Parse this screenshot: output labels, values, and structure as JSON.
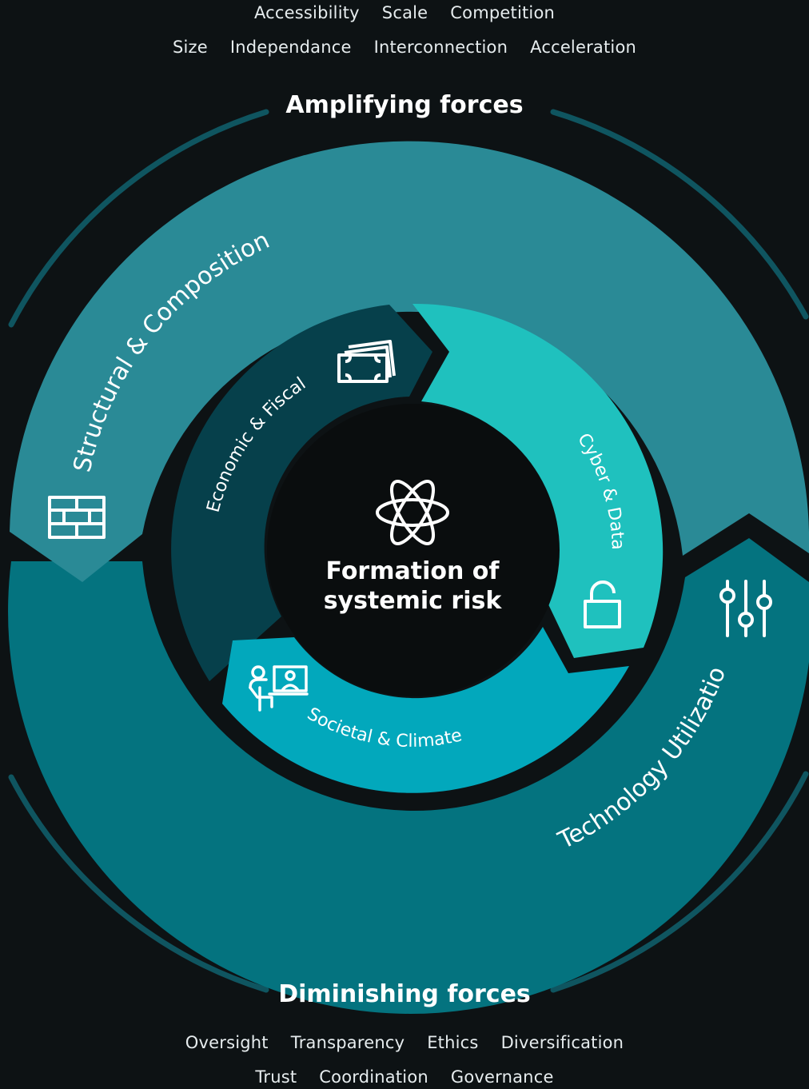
{
  "amplifying": {
    "row1": [
      "Accessibility",
      "Scale",
      "Competition"
    ],
    "row2": [
      "Size",
      "Independance",
      "Interconnection",
      "Acceleration"
    ],
    "heading": "Amplifying forces"
  },
  "diminishing": {
    "heading": "Diminishing forces",
    "row1": [
      "Oversight",
      "Transparency",
      "Ethics",
      "Diversification"
    ],
    "row2": [
      "Trust",
      "Coordination",
      "Governance"
    ]
  },
  "center": {
    "line1": "Formation of",
    "line2": "systemic risk",
    "icon": "atom-icon"
  },
  "outer_ring": {
    "structural": {
      "label": "Structural & Composition",
      "icon": "brick-wall-icon",
      "color": "#2a8a96"
    },
    "technology": {
      "label": "Technology Utilization",
      "icon": "sliders-icon",
      "color": "#04737f"
    }
  },
  "inner_ring": {
    "economic": {
      "label": "Economic & Fiscal",
      "icon": "banknotes-icon",
      "color": "#06404b"
    },
    "cyber": {
      "label": "Cyber & Data",
      "icon": "lock-icon",
      "color": "#1fc1be"
    },
    "societal": {
      "label": "Societal & Climate",
      "icon": "remote-worker-icon",
      "color": "#02a8bc"
    }
  },
  "colors": {
    "background": "#0d1214",
    "guide_arc": "#0f5560",
    "center_disc": "#0a0d0e"
  }
}
